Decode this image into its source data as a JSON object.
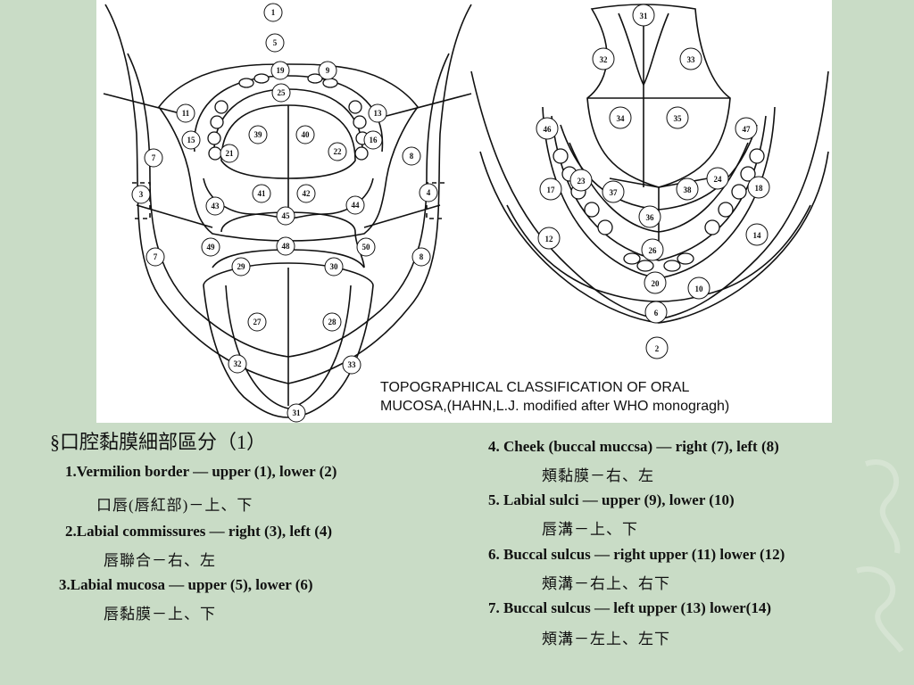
{
  "figure": {
    "caption_line1": "TOPOGRAPHICAL CLASSIFICATION OF ORAL",
    "caption_line2": "MUCOSA,(HAHN,L.J. modified after WHO monogragh)",
    "labels_left": [
      "1",
      "5",
      "19",
      "9",
      "25",
      "11",
      "13",
      "15",
      "16",
      "21",
      "22",
      "39",
      "40",
      "7",
      "8",
      "3",
      "4",
      "41",
      "42",
      "43",
      "44",
      "45",
      "48",
      "49",
      "50",
      "29",
      "30",
      "7",
      "8",
      "27",
      "28",
      "32",
      "33",
      "31"
    ],
    "labels_right": [
      "31",
      "32",
      "33",
      "34",
      "35",
      "46",
      "47",
      "17",
      "18",
      "23",
      "24",
      "37",
      "38",
      "36",
      "12",
      "14",
      "26",
      "20",
      "10",
      "6",
      "2"
    ]
  },
  "heading": "§口腔黏膜細部區分（1）",
  "left_items": [
    {
      "en": "1.Vermilion border — upper (1), lower (2)",
      "zh": "口唇(唇紅部)－上、下"
    },
    {
      "en": "2.Labial commissures — right (3), left (4)",
      "zh": "唇聯合－右、左"
    },
    {
      "en": "3.Labial mucosa — upper (5), lower (6)",
      "zh": "唇黏膜－上、下"
    }
  ],
  "right_items": [
    {
      "en": "4. Cheek (buccal muccsa) — right (7), left (8)",
      "zh": "頰黏膜－右、左"
    },
    {
      "en": "5. Labial sulci — upper (9), lower (10)",
      "zh": "唇溝－上、下"
    },
    {
      "en": "6. Buccal sulcus — right upper (11) lower (12)",
      "zh": "頰溝－右上、右下"
    },
    {
      "en": "7. Buccal sulcus — left upper (13) lower(14)",
      "zh": "頰溝－左上、左下"
    }
  ]
}
